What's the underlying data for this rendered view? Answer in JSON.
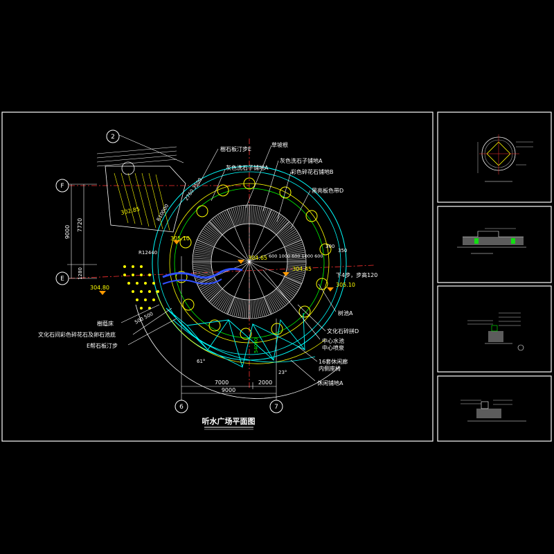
{
  "main_title": "听水广场平面图",
  "grid_labels": {
    "a": "2",
    "b": "F",
    "c": "E",
    "d": "6",
    "e": "7"
  },
  "dims": {
    "left_outer": "9000",
    "left_inner": "7720",
    "left_small": "1280",
    "bottom_a": "7000",
    "bottom_b": "2000",
    "bottom_total": "9000",
    "r_big": "R12440",
    "r_mid": "R10000",
    "r_right1": "300",
    "r_right2": "350",
    "r_row": "600 1000 600 1000 600",
    "angle_a": "61°",
    "angle_b": "23°",
    "vert_dim": "54000",
    "diag_dim": "2760 3500",
    "grid_dim": "500 500"
  },
  "elevations": {
    "e1": "302.85",
    "e2": "305.10",
    "e3": "304.80",
    "e4": "304.65",
    "e5": "304.45",
    "e6": "305.10"
  },
  "callouts": {
    "c1": "樹石板汀步E",
    "c2": "草坡根",
    "c3": "灰色洗石子铺地A",
    "c4": "灰色洗石子铺地A",
    "c5": "彩色碎花石铺地B",
    "c6": "黑亮板色带D",
    "c7": "下4步，步高120",
    "c8": "树池A",
    "c9": "文化石碎拼D",
    "c10": "中心水池",
    "c11": "中心喷泉",
    "c12": "16套休闲廊",
    "c13": "内侧座椅",
    "c14": "休闲铺地A",
    "c15": "樹蔭床",
    "c16": "文化石间彩色碎花石及卵石池底",
    "c17": "E帮石板汀步"
  },
  "colors": {
    "bg": "#000000",
    "frame": "#ffffff",
    "yellow": "#ffff00",
    "cyan": "#00ffff",
    "green": "#00ff00",
    "red": "#ff3030",
    "blue": "#3050ff",
    "orange": "#ff9900",
    "gray": "#9a9a9a"
  }
}
